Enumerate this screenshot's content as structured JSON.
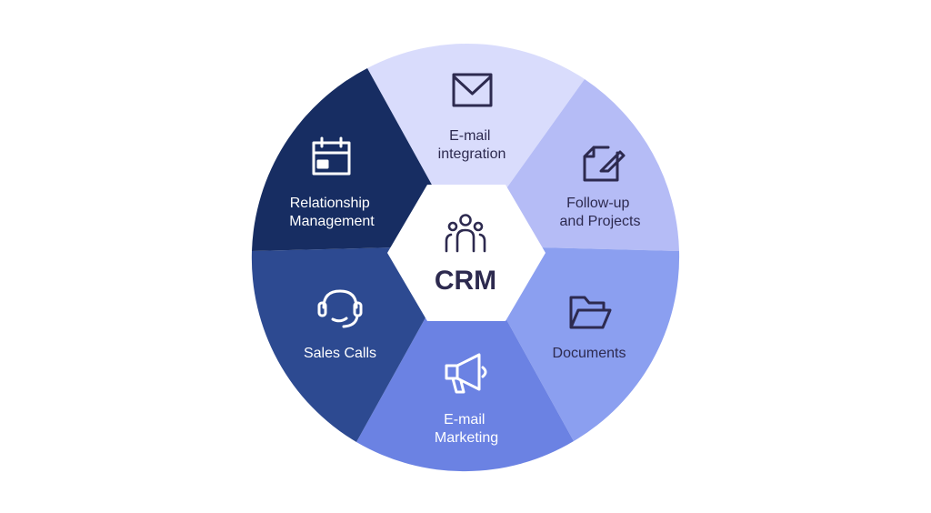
{
  "center": {
    "title": "CRM",
    "icon": "people-group-icon",
    "color": "#2d2a4f"
  },
  "segments": [
    {
      "id": "email-integration",
      "label_lines": [
        "E-mail",
        "integration"
      ],
      "icon": "envelope-icon",
      "fill": "#d9dcfc",
      "text_color": "#2d2a4f"
    },
    {
      "id": "followup-projects",
      "label_lines": [
        "Follow-up",
        "and Projects"
      ],
      "icon": "edit-document-icon",
      "fill": "#b5bcf6",
      "text_color": "#2d2a4f"
    },
    {
      "id": "documents",
      "label_lines": [
        "Documents"
      ],
      "icon": "folder-icon",
      "fill": "#8b9ff0",
      "text_color": "#2d2a4f"
    },
    {
      "id": "email-marketing",
      "label_lines": [
        "E-mail",
        "Marketing"
      ],
      "icon": "megaphone-icon",
      "fill": "#6b82e3",
      "text_color": "#ffffff"
    },
    {
      "id": "sales-calls",
      "label_lines": [
        "Sales Calls"
      ],
      "icon": "headset-icon",
      "fill": "#2d4a91",
      "text_color": "#ffffff"
    },
    {
      "id": "relationship-management",
      "label_lines": [
        "Relationship",
        "Management"
      ],
      "icon": "calendar-icon",
      "fill": "#172d62",
      "text_color": "#ffffff"
    }
  ]
}
